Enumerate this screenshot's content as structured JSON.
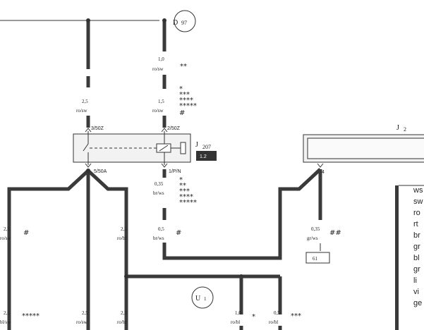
{
  "components": {
    "d97": {
      "letter": "D",
      "number": "97"
    },
    "j207": {
      "letter": "J",
      "number": "207",
      "badge": "1.2"
    },
    "j_right": {
      "letter": "J",
      "number": "2"
    },
    "u1": {
      "letter": "U",
      "number": "1"
    },
    "connector61": "61"
  },
  "pins": {
    "p3_50z": "3/50Z",
    "p2_50z": "2/50Z",
    "p5_50a": "5/50A",
    "p1_p_n": "1/P/N",
    "p4": "4"
  },
  "wires": {
    "w1": {
      "size": "1,0",
      "color": "ro/sw"
    },
    "w2": {
      "size": "2,5",
      "color": "ro/sw"
    },
    "w3": {
      "size": "1,5",
      "color": "ro/sw"
    },
    "w4": {
      "size": "0,35",
      "color": "br/ws"
    },
    "w5": {
      "size": "2,5",
      "color": "ro/sw"
    },
    "w6": {
      "size": "2,5",
      "color": "ro/bl"
    },
    "w7": {
      "size": "0,5",
      "color": "br/ws"
    },
    "w8": {
      "size": "0,35",
      "color": "gr/ws"
    },
    "w9": {
      "size": "2,5",
      "color": "bl/sw"
    },
    "w10": {
      "size": "2,5",
      "color": "ro/sw"
    },
    "w11": {
      "size": "2,5",
      "color": "ro/bl"
    },
    "w12": {
      "size": "1,0",
      "color": "ro/bl"
    },
    "w13": {
      "size": "0,5",
      "color": "ro/bl"
    }
  },
  "marks": {
    "m1": "**",
    "m2": [
      "*",
      "***",
      "****",
      "*****",
      "#"
    ],
    "m3": [
      "*",
      "**",
      "***",
      "****",
      "*****"
    ],
    "m4": "#",
    "m5": "#",
    "m6": "##",
    "m7": "*****",
    "m8": "*",
    "m9": "***"
  },
  "legend": [
    "ws",
    "sw",
    "ro",
    "rt",
    "br",
    "gr",
    "bl",
    "gr",
    "li",
    "vi",
    "ge"
  ]
}
